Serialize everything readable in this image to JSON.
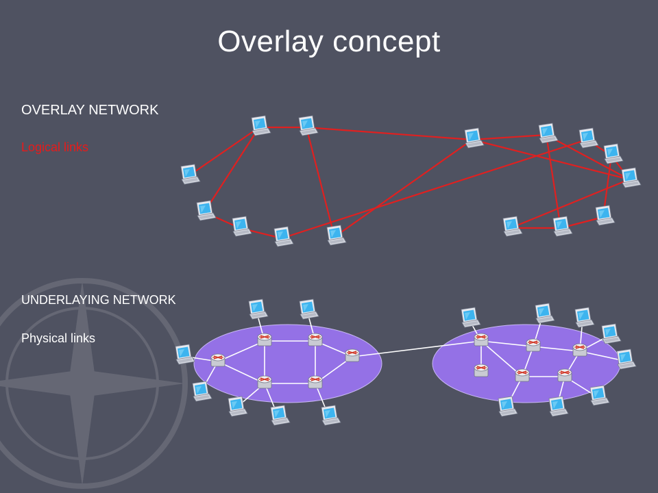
{
  "slide": {
    "title": "Overlay concept"
  },
  "overlay": {
    "heading": "OVERLAY NETWORK",
    "subheading": "Logical links",
    "link_color": "#e02020"
  },
  "underlay": {
    "heading": "UNDERLAYING NETWORK",
    "subheading": "Physical links",
    "cloud_color": "#9471e6",
    "link_color": "#ffffff"
  },
  "colors": {
    "background": "#4f5261",
    "title_text": "#ffffff",
    "logical_label": "#e81a1a"
  },
  "icons": {
    "host": "laptop-icon",
    "router": "router-icon"
  }
}
